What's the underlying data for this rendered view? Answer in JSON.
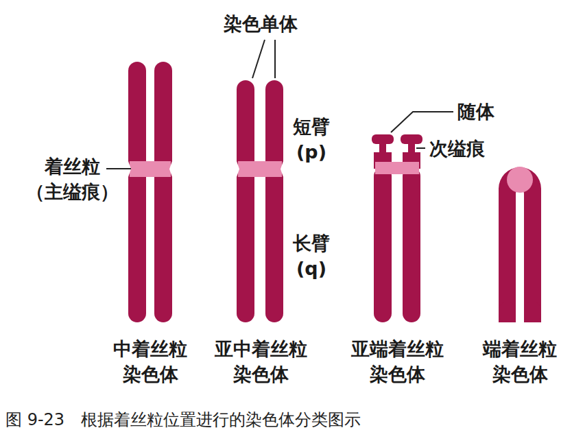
{
  "diagram": {
    "caption": "图 9-23　根据着丝粒位置进行的染色体分类图示",
    "labels": [
      "染色单体",
      "随体",
      "次缢痕",
      "着丝粒 （主缢痕）",
      "短臂 (p)",
      "长臂 (q)",
      "中着丝粒 染色体",
      "亚中着丝粒 染色体",
      "亚端着丝粒 染色体",
      "端着丝粒 染色体"
    ]
  }
}
